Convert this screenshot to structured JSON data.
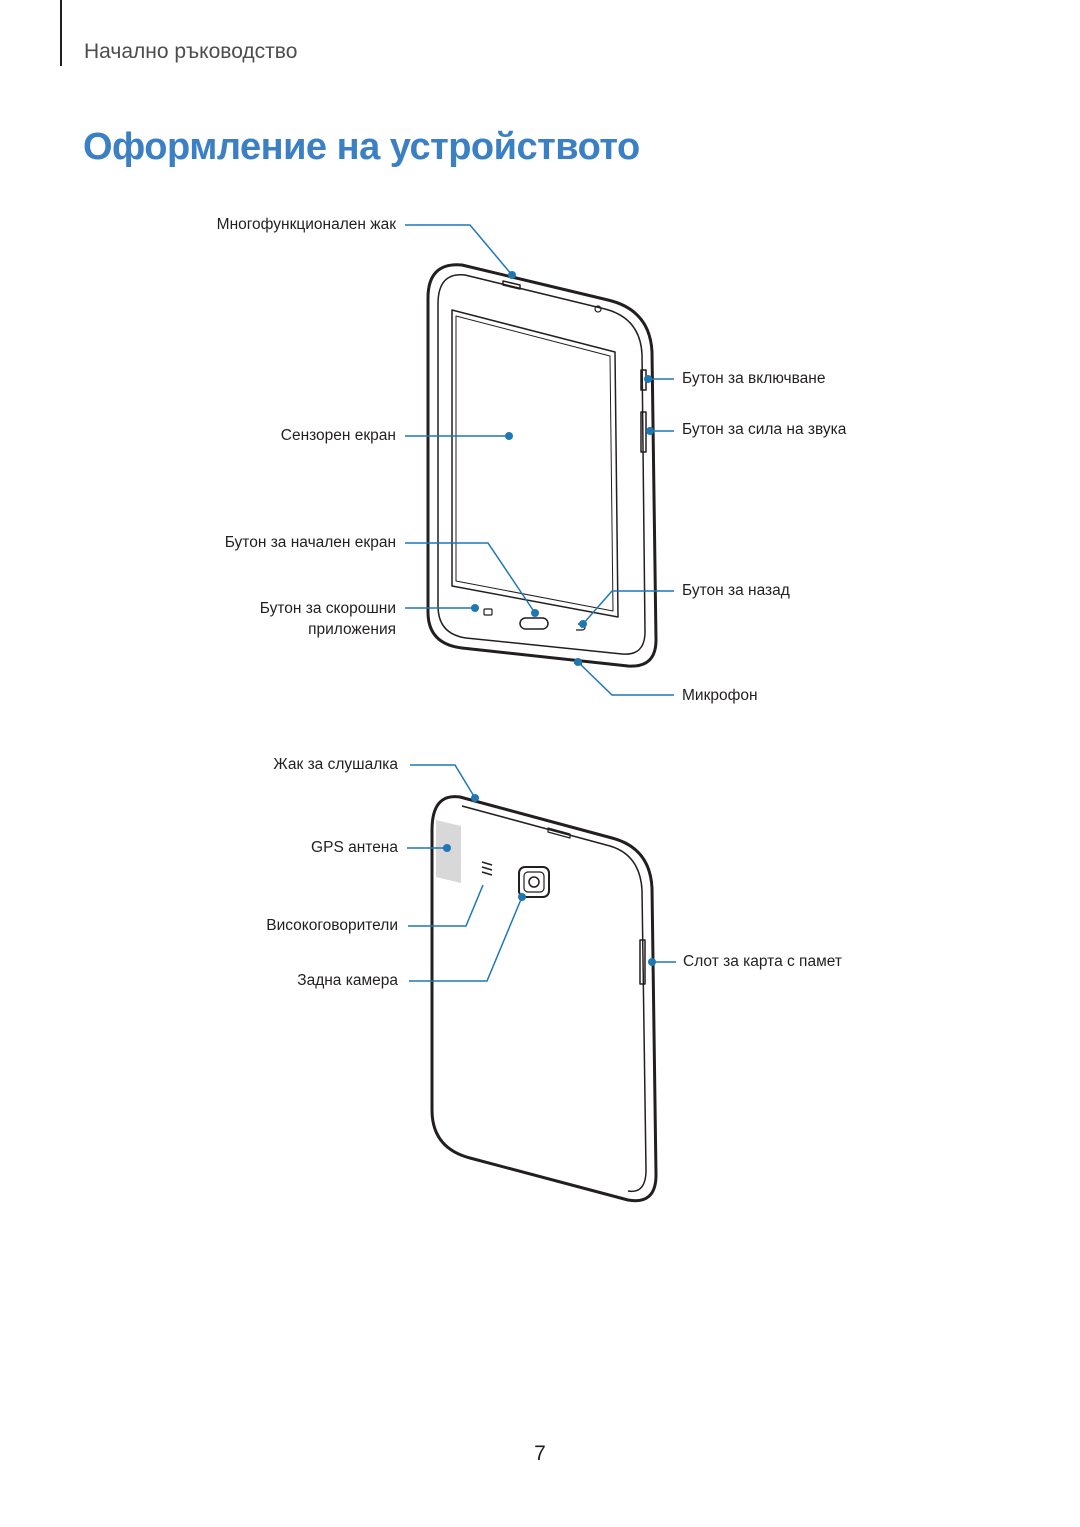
{
  "header": {
    "chapter": "Начално ръководство",
    "title": "Оформление на устройството"
  },
  "colors": {
    "accent": "#3b7fc4",
    "callout": "#1f77b4",
    "outline": "#231f20"
  },
  "front_view": {
    "labels": {
      "multifunction_jack": "Многофункционален жак",
      "touch_screen": "Сензорен екран",
      "home_button": "Бутон за начален екран",
      "recent_apps_line1": "Бутон за скорошни",
      "recent_apps_line2": "приложения",
      "power_button": "Бутон за включване",
      "volume_button": "Бутон за сила на звука",
      "back_button": "Бутон за назад",
      "microphone": "Микрофон"
    }
  },
  "back_view": {
    "labels": {
      "headset_jack": "Жак за слушалка",
      "gps_antenna": "GPS антена",
      "speakers": "Високоговорители",
      "rear_camera": "Задна камера",
      "memory_card_slot": "Слот за карта с памет"
    }
  },
  "footer": {
    "page_number": "7"
  }
}
